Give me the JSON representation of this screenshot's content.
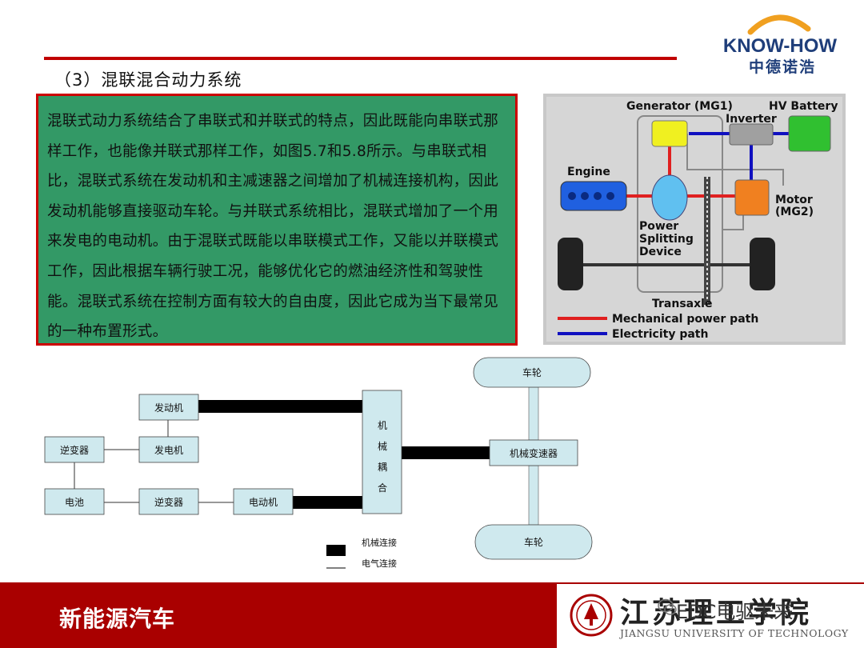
{
  "header": {
    "logo_text": "KNOW-HOW",
    "logo_subtext": "中德诺浩",
    "section_title": "（3）混联混合动力系统"
  },
  "textbox": {
    "paragraph": "混联式动力系统结合了串联式和并联式的特点，因此既能向串联式那样工作，也能像并联式那样工作，如图5.7和5.8所示。与串联式相比，混联式系统在发动机和主减速器之间增加了机械连接机构，因此发动机能够直接驱动车轮。与并联式系统相比，混联式增加了一个用来发电的电动机。由于混联式既能以串联模式工作，又能以并联模式工作，因此根据车辆行驶工况，能够优化它的燃油经济性和驾驶性能。混联式系统在控制方面有较大的自由度，因此它成为当下最常见的一种布置形式。"
  },
  "hybrid_image": {
    "generator": "Generator (MG1)",
    "inverter": "Inverter",
    "hv_battery": "HV Battery",
    "engine": "Engine",
    "motor_line1": "Motor",
    "motor_line2": "(MG2)",
    "psd_line1": "Power",
    "psd_line2": "Splitting",
    "psd_line3": "Device",
    "transaxle": "Transaxle",
    "legend_mech": "Mechanical power path",
    "legend_elec": "Electricity path",
    "colors": {
      "mech": "#e02020",
      "elec": "#1010c0",
      "generator": "#f0f020",
      "inverter": "#a0a0a0",
      "battery": "#30c030",
      "engine": "#2060e0",
      "motor": "#f08020",
      "psd": "#60c0f0"
    }
  },
  "diagram": {
    "engine": "发动机",
    "generator": "发电机",
    "inverter1": "逆变器",
    "battery": "电池",
    "inverter2": "逆变器",
    "motor": "电动机",
    "coupling": [
      "机",
      "械",
      "耦",
      "合"
    ],
    "transmission": "机械变速器",
    "wheel_top": "车轮",
    "wheel_bottom": "车轮",
    "legend_mech": "机械连接",
    "legend_elec": "电气连接",
    "box_color": "#cfe9ee"
  },
  "footer": {
    "title": "新能源汽车",
    "university_cn": "江苏理工学院",
    "university_en": "JIANGSU UNIVERSITY OF TECHNOLOGY",
    "watermark": "EDC电驱未来",
    "bg_color": "#a90000"
  }
}
